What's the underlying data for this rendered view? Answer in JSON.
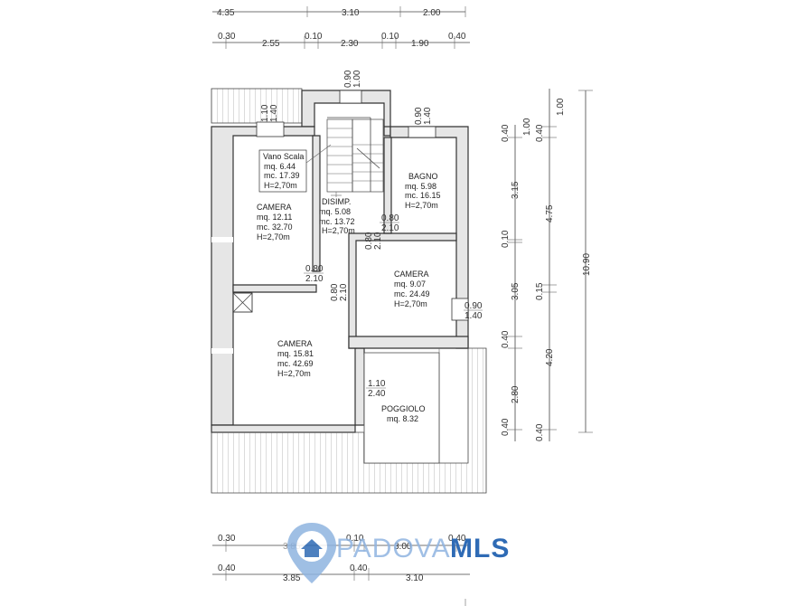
{
  "dimensions": {
    "top_row1": [
      "4.35",
      "3.10",
      "2.00"
    ],
    "top_row2": [
      "0.30",
      "2.55",
      "0.10",
      "2.30",
      "0.10",
      "1.90",
      "0.40"
    ],
    "bottom_row1": [
      "0.30",
      "3.85",
      "0.10",
      "3.00",
      "0.40"
    ],
    "bottom_row2": [
      "0.40",
      "3.85",
      "0.40",
      "3.10"
    ],
    "right_col1": [
      "0.40",
      "3.15",
      "0.10",
      "3.05",
      "0.40",
      "2.80",
      "0.40"
    ],
    "right_col2": [
      "1.00",
      "0.40",
      "4.75",
      "0.15",
      "4.20",
      "0.40"
    ],
    "right_col1_top": "1.00",
    "right_total": "10.90"
  },
  "windows": {
    "top_center": [
      "0.90",
      "1.00"
    ],
    "left": [
      "1.10",
      "1.40"
    ],
    "right": [
      "0.90",
      "1.40"
    ],
    "camera2_side": [
      "0.90",
      "1.40"
    ]
  },
  "doors": {
    "disimp_bagno": [
      "0.80",
      "2.10"
    ],
    "disimp_camera2": [
      "0.80",
      "2.10"
    ],
    "camera1": [
      "0.80",
      "2.10"
    ],
    "disimp_camera3": [
      "0.80",
      "2.10"
    ],
    "poggiolo": [
      "1.10",
      "2.40"
    ]
  },
  "rooms": {
    "vano_scala": {
      "name": "Vano Scala",
      "mq": "mq.   6.44",
      "mc": "mc.  17.39",
      "h": "H=2,70m"
    },
    "camera1": {
      "name": "CAMERA",
      "mq": "mq. 12.11",
      "mc": "mc. 32.70",
      "h": "H=2,70m"
    },
    "disimp": {
      "name": "DISIMP.",
      "mq": "mq.   5.08",
      "mc": "mc. 13.72",
      "h": "H=2,70m"
    },
    "bagno": {
      "name": "BAGNO",
      "mq": "mq.   5.98",
      "mc": "mc. 16.15",
      "h": "H=2,70m"
    },
    "camera2": {
      "name": "CAMERA",
      "mq": "mq.   9.07",
      "mc": "mc. 24.49",
      "h": "H=2,70m"
    },
    "camera3": {
      "name": "CAMERA",
      "mq": "mq. 15.81",
      "mc": "mc. 42.69",
      "h": "H=2,70m"
    },
    "poggiolo": {
      "name": "POGGIOLO",
      "mq": "mq. 8.32"
    }
  },
  "logo": {
    "part1": "PADOVA",
    "part2": "MLS",
    "color1": "#8fb4e0",
    "color2": "#2f6bb5"
  }
}
